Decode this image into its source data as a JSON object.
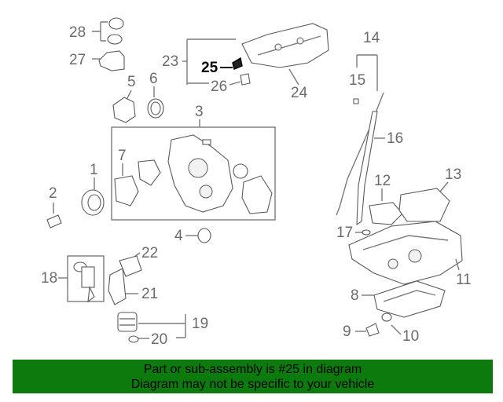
{
  "callouts": [
    "1",
    "2",
    "3",
    "4",
    "5",
    "6",
    "7",
    "8",
    "9",
    "10",
    "11",
    "12",
    "13",
    "14",
    "15",
    "16",
    "17",
    "18",
    "19",
    "20",
    "21",
    "22",
    "23",
    "24",
    "25",
    "26",
    "27",
    "28"
  ],
  "highlighted_callout": "25",
  "colors": {
    "banner": "#0d7a0d",
    "callout_text": "#6b6b6b",
    "highlight_text": "#000000"
  },
  "footer": {
    "line1": "Part or sub-assembly is #25 in diagram",
    "line2": "Diagram may not be specific to your vehicle"
  }
}
